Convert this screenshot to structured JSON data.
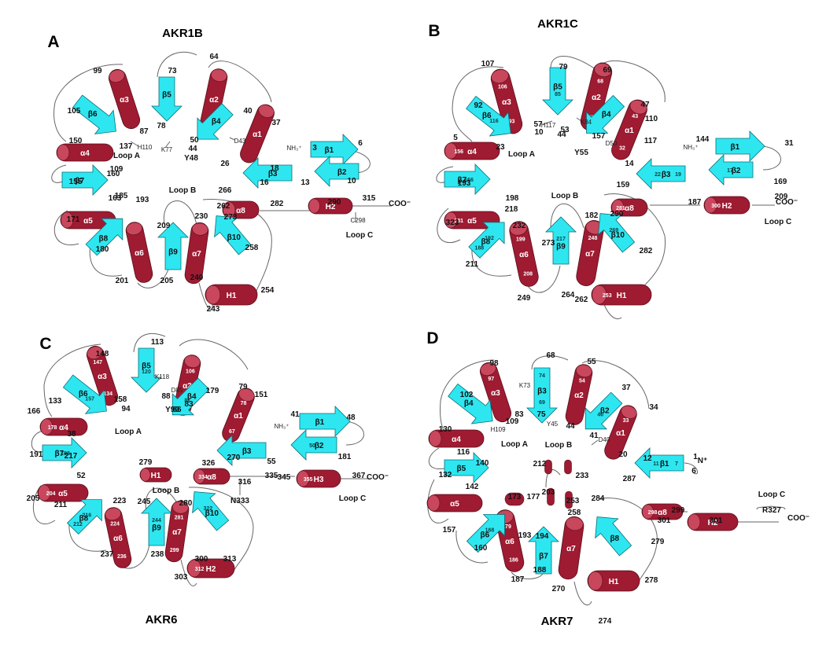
{
  "colors": {
    "helix": "#9e1b32",
    "helix_top": "#c8475c",
    "strand": "#2ee6f0",
    "loop": "#666666"
  },
  "panels": [
    {
      "letter": "A",
      "title": "AKR1B",
      "helices": [
        {
          "label": "α3",
          "inner": []
        },
        {
          "label": "α2",
          "inner": []
        },
        {
          "label": "α1",
          "inner": []
        },
        {
          "label": "α4",
          "inner": []
        },
        {
          "label": "α5",
          "inner": []
        },
        {
          "label": "α6",
          "inner": []
        },
        {
          "label": "α7",
          "inner": []
        },
        {
          "label": "α8",
          "inner": []
        },
        {
          "label": "H2",
          "inner": []
        },
        {
          "label": "H1",
          "inner": []
        }
      ],
      "strands": [
        {
          "label": "β5",
          "inner": []
        },
        {
          "label": "β6",
          "inner": []
        },
        {
          "label": "β4",
          "inner": []
        },
        {
          "label": "β1",
          "inner": []
        },
        {
          "label": "β2",
          "inner": []
        },
        {
          "label": "β3",
          "inner": []
        },
        {
          "label": "β7",
          "inner": []
        },
        {
          "label": "β8",
          "inner": []
        },
        {
          "label": "β9",
          "inner": []
        },
        {
          "label": "β10",
          "inner": []
        }
      ],
      "numbers": [
        "99",
        "73",
        "64",
        "40",
        "37",
        "105",
        "87",
        "78",
        "50",
        "44",
        "26",
        "6",
        "3",
        "150",
        "137",
        "109",
        "18",
        "16",
        "13",
        "10",
        "160",
        "155",
        "163",
        "266",
        "171",
        "185",
        "193",
        "209",
        "230",
        "262",
        "273",
        "282",
        "290",
        "315",
        "180",
        "201",
        "205",
        "240",
        "258",
        "254",
        "243"
      ],
      "annotations": [
        "H110",
        "K77",
        "D43",
        "Y48",
        "NH₃⁺",
        "Loop A",
        "Loop B",
        "Loop C",
        "C298",
        "COO⁻"
      ]
    },
    {
      "letter": "B",
      "title": "AKR1C",
      "helices": [
        {
          "label": "α3",
          "inner": [
            "106",
            "93"
          ]
        },
        {
          "label": "α2",
          "inner": [
            "68",
            "58"
          ]
        },
        {
          "label": "α1",
          "inner": [
            "43",
            "32"
          ]
        },
        {
          "label": "α4",
          "inner": [
            "156"
          ]
        },
        {
          "label": "α5",
          "inner": [
            "181"
          ]
        },
        {
          "label": "α6",
          "inner": [
            "199",
            "208"
          ]
        },
        {
          "label": "α7",
          "inner": [
            "248"
          ]
        },
        {
          "label": "α8",
          "inner": [
            "281"
          ]
        },
        {
          "label": "H2",
          "inner": [
            "300"
          ]
        },
        {
          "label": "H1",
          "inner": [
            "253"
          ]
        }
      ],
      "strands": [
        {
          "label": "β5",
          "inner": [
            "85"
          ]
        },
        {
          "label": "β6",
          "inner": [
            "116"
          ]
        },
        {
          "label": "β4",
          "inner": []
        },
        {
          "label": "β1",
          "inner": []
        },
        {
          "label": "β2",
          "inner": [
            "17"
          ]
        },
        {
          "label": "β3",
          "inner": [
            "22",
            "19"
          ]
        },
        {
          "label": "β7",
          "inner": [
            "166"
          ]
        },
        {
          "label": "β8",
          "inner": [
            "192",
            "188"
          ]
        },
        {
          "label": "β9",
          "inner": [
            "217"
          ]
        },
        {
          "label": "β10",
          "inner": [
            "269"
          ]
        }
      ],
      "numbers": [
        "107",
        "79",
        "69",
        "47",
        "110",
        "92",
        "57",
        "53",
        "44",
        "157",
        "117",
        "5",
        "10",
        "144",
        "31",
        "23",
        "14",
        "159",
        "169",
        "193",
        "198",
        "218",
        "232",
        "273",
        "182",
        "290",
        "323",
        "187",
        "209",
        "211",
        "249",
        "264",
        "262",
        "282"
      ],
      "annotations": [
        "H117",
        "K84",
        "D50",
        "Y55",
        "NH₃⁺",
        "Loop A",
        "Loop B",
        "Loop C",
        "COO⁻"
      ]
    },
    {
      "letter": "C",
      "title": "AKR6",
      "helices": [
        {
          "label": "α3",
          "inner": [
            "147",
            "134"
          ]
        },
        {
          "label": "α2",
          "inner": [
            "106",
            "95"
          ]
        },
        {
          "label": "α1",
          "inner": [
            "78",
            "67"
          ]
        },
        {
          "label": "α4",
          "inner": [
            "178"
          ]
        },
        {
          "label": "α5",
          "inner": [
            "204"
          ]
        },
        {
          "label": "α6",
          "inner": [
            "224",
            "236"
          ]
        },
        {
          "label": "α7",
          "inner": [
            "281",
            "299"
          ]
        },
        {
          "label": "α8",
          "inner": [
            "334"
          ]
        },
        {
          "label": "H1",
          "inner": []
        },
        {
          "label": "H2",
          "inner": [
            "312"
          ]
        },
        {
          "label": "H3",
          "inner": [
            "355"
          ]
        }
      ],
      "strands": [
        {
          "label": "β5",
          "inner": [
            "120"
          ]
        },
        {
          "label": "β6",
          "inner": [
            "157"
          ]
        },
        {
          "label": "β4",
          "inner": [
            "87"
          ]
        },
        {
          "label": "β1",
          "inner": []
        },
        {
          "label": "β2",
          "inner": [
            "50"
          ]
        },
        {
          "label": "β3",
          "inner": []
        },
        {
          "label": "β7",
          "inner": [
            "188"
          ]
        },
        {
          "label": "β8",
          "inner": [
            "216",
            "212"
          ]
        },
        {
          "label": "β9",
          "inner": [
            "244"
          ]
        },
        {
          "label": "β10",
          "inner": [
            "322"
          ]
        }
      ],
      "numbers": [
        "148",
        "113",
        "83",
        "79",
        "151",
        "133",
        "158",
        "94",
        "88",
        "66",
        "179",
        "166",
        "38",
        "41",
        "48",
        "181",
        "191",
        "217",
        "52",
        "55",
        "270",
        "279",
        "326",
        "335",
        "345",
        "367",
        "205",
        "211",
        "223",
        "245",
        "280",
        "316",
        "237",
        "238",
        "300",
        "313",
        "303"
      ],
      "annotations": [
        "K118",
        "D85",
        "Y90",
        "NH₃⁺",
        "Loop A",
        "Loop B",
        "Loop C",
        "N333",
        "COO⁻"
      ]
    },
    {
      "letter": "D",
      "title": "AKR7",
      "helices": [
        {
          "label": "α3",
          "inner": [
            "97"
          ]
        },
        {
          "label": "α2",
          "inner": [
            "54"
          ]
        },
        {
          "label": "α1",
          "inner": [
            "33"
          ]
        },
        {
          "label": "α4",
          "inner": []
        },
        {
          "label": "α5",
          "inner": []
        },
        {
          "label": "α6",
          "inner": [
            "179",
            "186"
          ]
        },
        {
          "label": "α7",
          "inner": []
        },
        {
          "label": "α8",
          "inner": [
            "298"
          ]
        },
        {
          "label": "H2",
          "inner": []
        },
        {
          "label": "H1",
          "inner": []
        }
      ],
      "strands": [
        {
          "label": "β3",
          "inner": [
            "69",
            "74"
          ]
        },
        {
          "label": "β4",
          "inner": []
        },
        {
          "label": "β2",
          "inner": [
            "40"
          ]
        },
        {
          "label": "β1",
          "inner": [
            "11",
            "7"
          ]
        },
        {
          "label": "β5",
          "inner": []
        },
        {
          "label": "β6",
          "inner": [
            "168"
          ]
        },
        {
          "label": "β7",
          "inner": []
        },
        {
          "label": "β8",
          "inner": []
        }
      ],
      "numbers": [
        "98",
        "68",
        "55",
        "37",
        "34",
        "102",
        "83",
        "75",
        "44",
        "41",
        "20",
        "130",
        "116",
        "109",
        "12",
        "1",
        "6",
        "132",
        "140",
        "142",
        "212",
        "233",
        "287",
        "299",
        "301",
        "301",
        "157",
        "173",
        "177",
        "203",
        "253",
        "258",
        "284",
        "160",
        "193",
        "194",
        "279",
        "187",
        "188",
        "270",
        "278",
        "274"
      ],
      "annotations": [
        "K73",
        "H109",
        "Y45",
        "D40",
        "N⁺",
        "Loop A",
        "Loop B",
        "Loop C",
        "R327",
        "COO⁻"
      ]
    }
  ]
}
